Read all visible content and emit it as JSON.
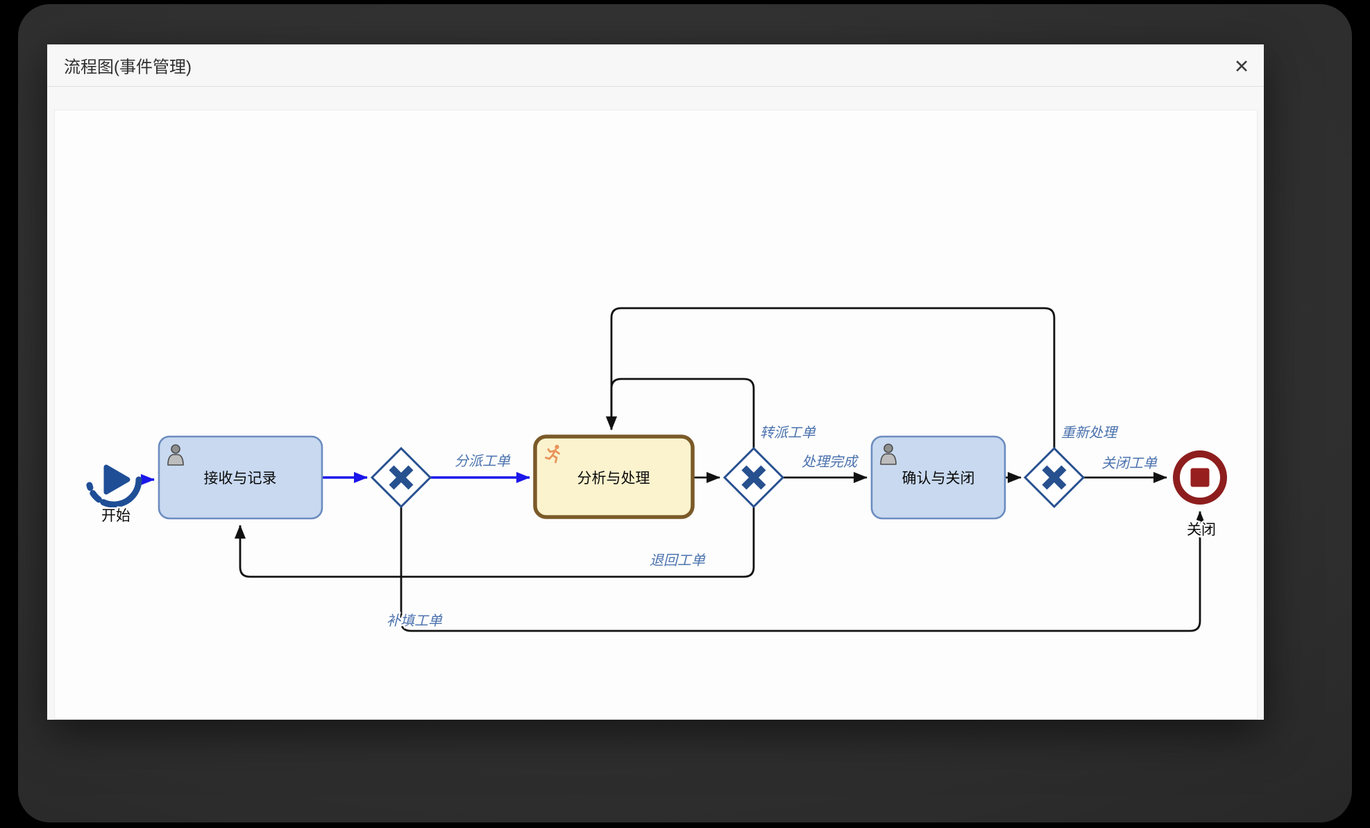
{
  "modal": {
    "title": "流程图(事件管理)",
    "close_icon": "✕"
  },
  "diagram": {
    "nodes": {
      "start": {
        "type": "start-event",
        "label": "开始"
      },
      "receive": {
        "type": "user-task",
        "label": "接收与记录"
      },
      "analyze": {
        "type": "user-task-highlighted",
        "label": "分析与处理"
      },
      "confirm": {
        "type": "user-task",
        "label": "确认与关闭"
      },
      "end": {
        "type": "end-event",
        "label": "关闭"
      }
    },
    "gateways": [
      {
        "id": "gateway-1",
        "kind": "exclusive"
      },
      {
        "id": "gateway-2",
        "kind": "exclusive"
      },
      {
        "id": "gateway-3",
        "kind": "exclusive"
      }
    ],
    "flow_labels": {
      "dispatch": "分派工单",
      "transfer": "转派工单",
      "done": "处理完成",
      "redo": "重新处理",
      "close": "关闭工单",
      "return": "退回工单",
      "refill": "补填工单"
    },
    "colors": {
      "flow_blue": "#1b16ea",
      "flow_black": "#111111",
      "flow_label_blue": "#4b72ae",
      "gateway_stroke": "#27508f",
      "task_fill": "#c8d9f0",
      "task_stroke": "#6c8cbf",
      "task_active_fill": "#fbf3ce",
      "task_active_stroke": "#7a5a28",
      "start_event": "#1f4e96",
      "end_event": "#8e1e1e",
      "runner_icon": "#e8935a"
    }
  }
}
